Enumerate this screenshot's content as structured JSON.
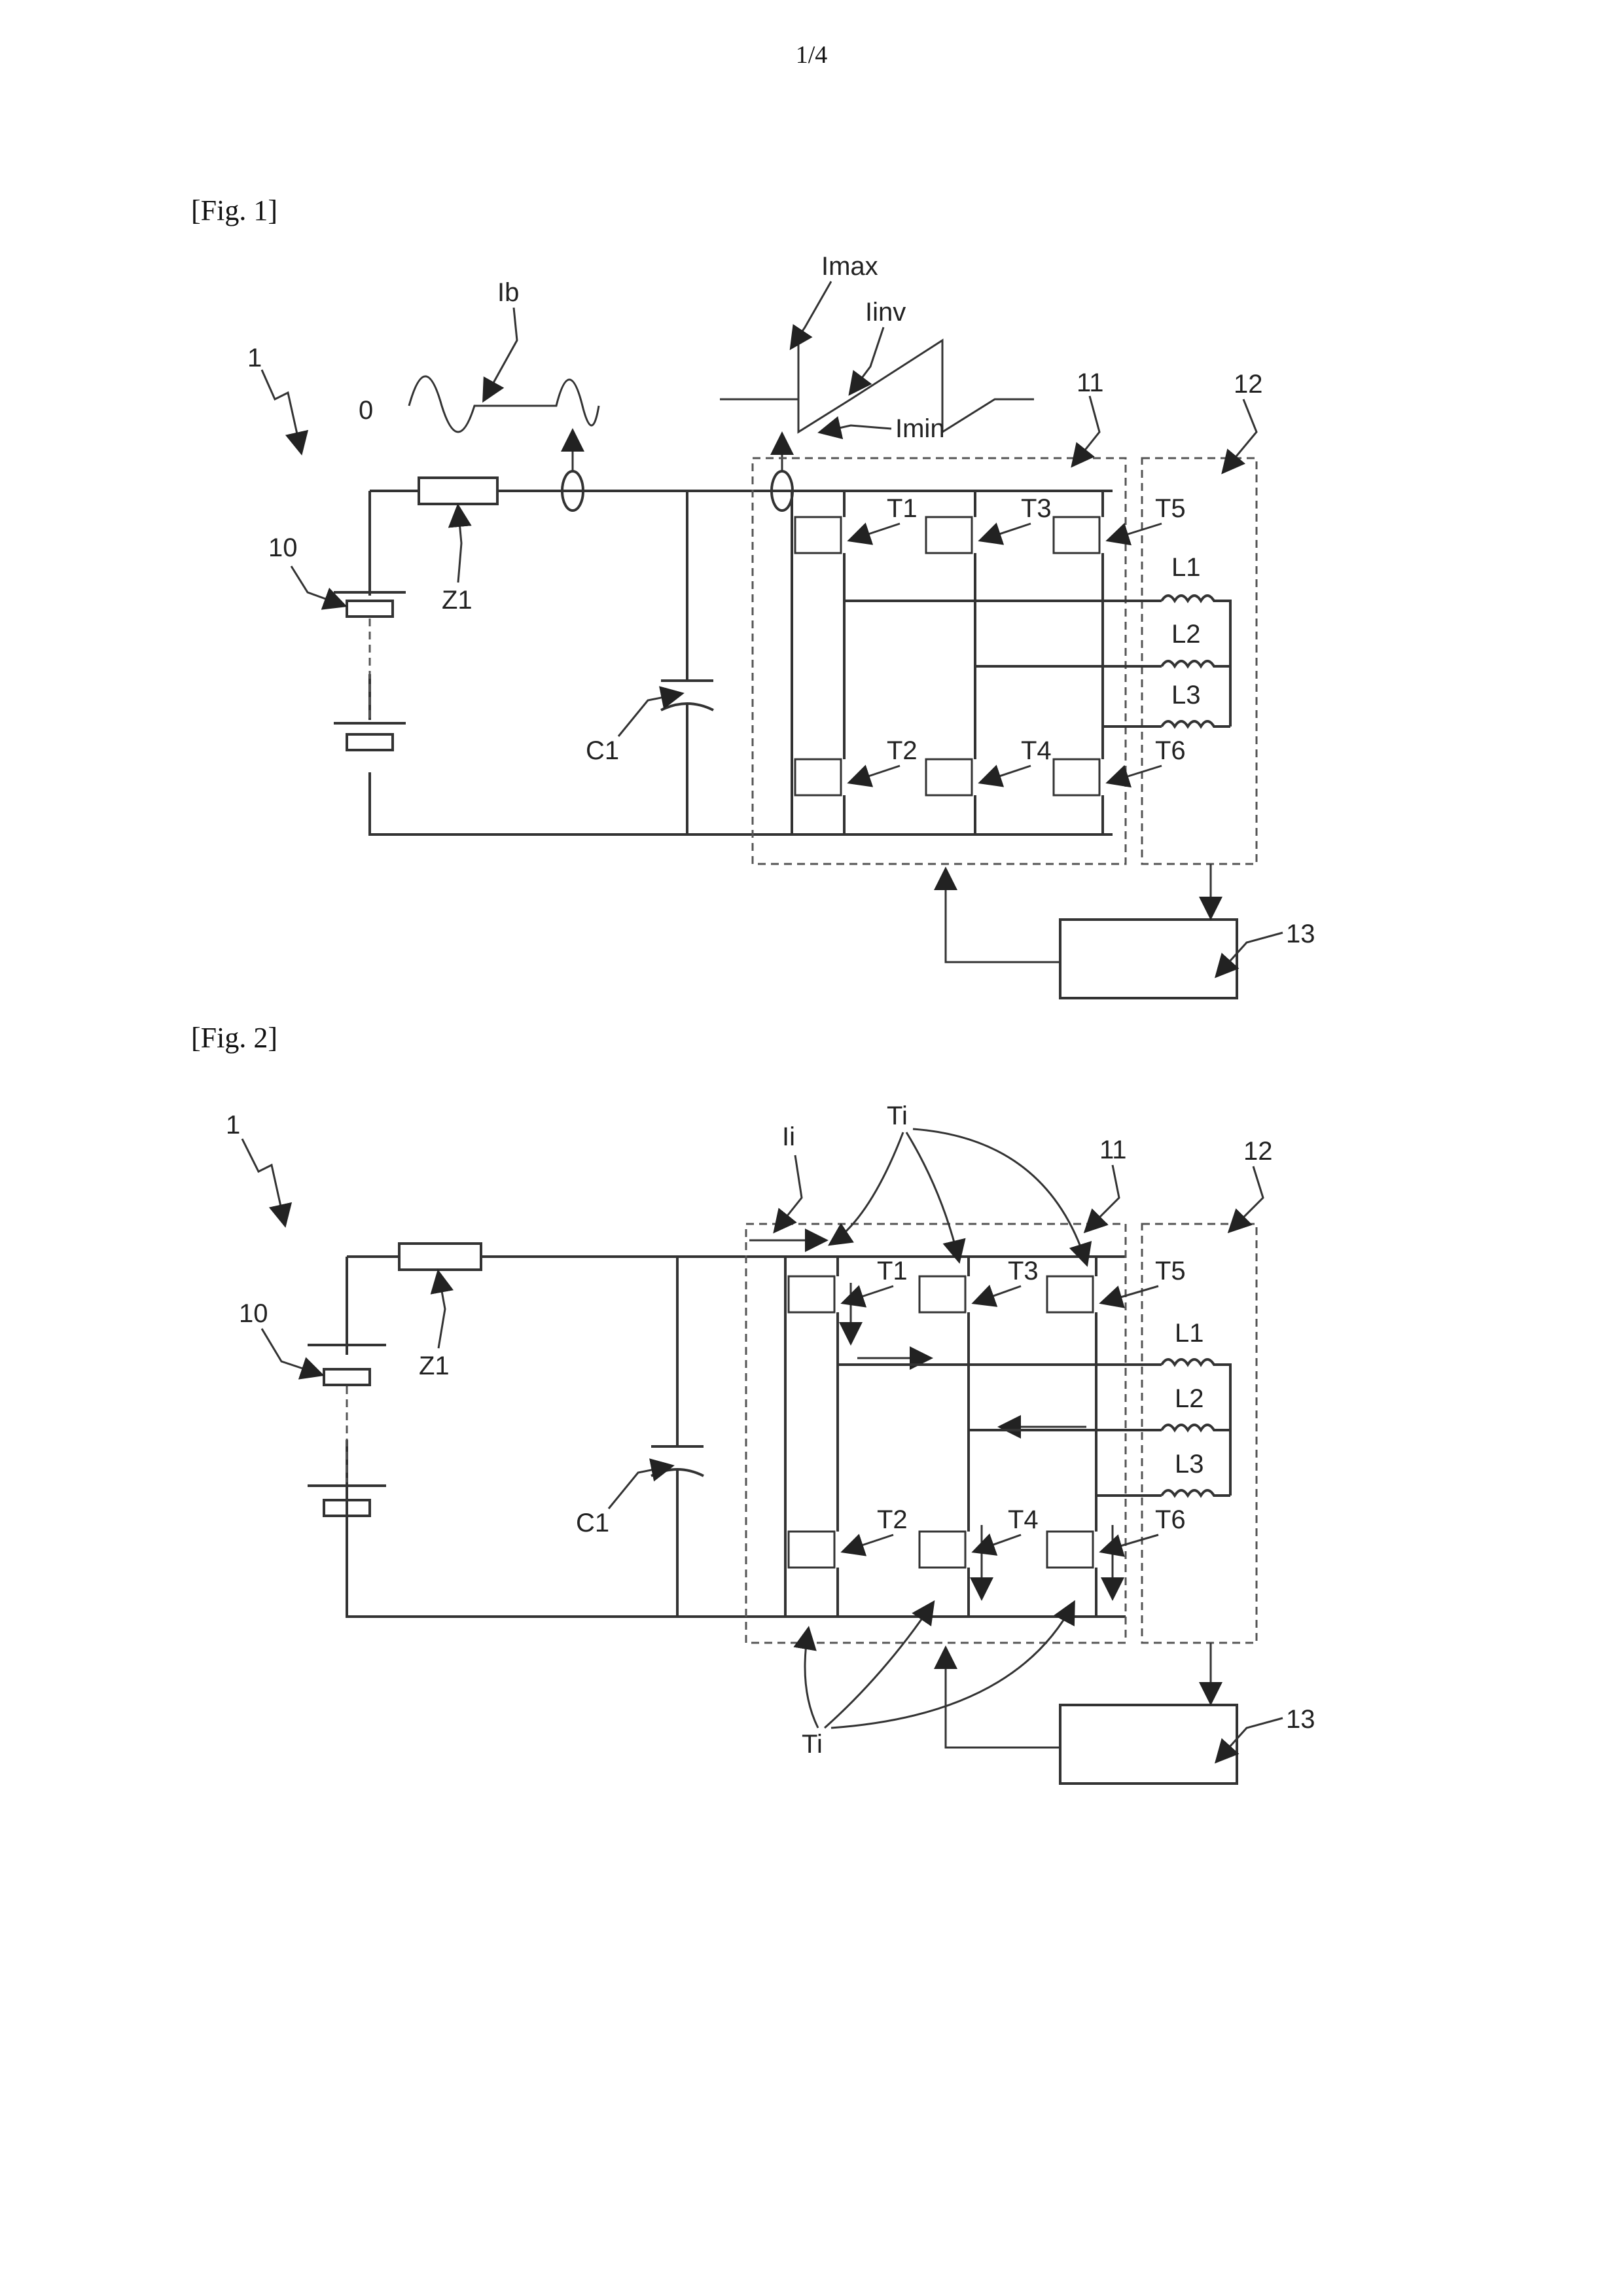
{
  "page_number": "1/4",
  "figures": [
    {
      "label": "[Fig. 1]",
      "labels": {
        "circuit": "1",
        "waveform_zero": "0",
        "battery": "10",
        "impedance": "Z1",
        "capacitor": "C1",
        "battery_current": "Ib",
        "inverter_current": "Iinv",
        "current_max": "Imax",
        "current_min": "Imin",
        "inverter": "11",
        "motor": "12",
        "control_unit": "13",
        "switches": [
          "T1",
          "T2",
          "T3",
          "T4",
          "T5",
          "T6"
        ],
        "coils": [
          "L1",
          "L2",
          "L3"
        ]
      }
    },
    {
      "label": "[Fig. 2]",
      "labels": {
        "circuit": "1",
        "battery": "10",
        "impedance": "Z1",
        "capacitor": "C1",
        "current": "Ii",
        "switch_group": "Ti",
        "inverter": "11",
        "motor": "12",
        "control_unit": "13",
        "switches": [
          "T1",
          "T2",
          "T3",
          "T4",
          "T5",
          "T6"
        ],
        "coils": [
          "L1",
          "L2",
          "L3"
        ]
      }
    }
  ]
}
